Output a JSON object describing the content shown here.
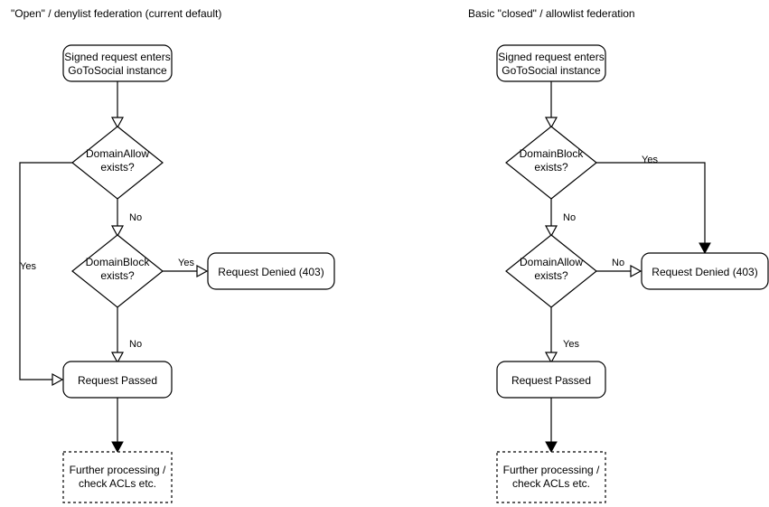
{
  "diagram": {
    "title_left": "\"Open\" / denylist federation (current default)",
    "title_right": "Basic \"closed\" / allowlist federation",
    "columns": [
      {
        "key": "open",
        "title": "\"Open\" / denylist federation (current default)",
        "nodes": {
          "entry_line1": "Signed request enters",
          "entry_line2": "GoToSocial instance",
          "decision1_line1": "DomainAllow",
          "decision1_line2": "exists?",
          "decision2_line1": "DomainBlock",
          "decision2_line2": "exists?",
          "denied": "Request Denied (403)",
          "passed": "Request Passed",
          "further_line1": "Further processing /",
          "further_line2": "check ACLs etc."
        },
        "edge_labels": {
          "allow_yes": "Yes",
          "allow_no": "No",
          "block_yes": "Yes",
          "block_no": "No"
        }
      },
      {
        "key": "closed",
        "title": "Basic \"closed\" / allowlist federation",
        "nodes": {
          "entry_line1": "Signed request enters",
          "entry_line2": "GoToSocial instance",
          "decision1_line1": "DomainBlock",
          "decision1_line2": "exists?",
          "decision2_line1": "DomainAllow",
          "decision2_line2": "exists?",
          "denied": "Request Denied (403)",
          "passed": "Request Passed",
          "further_line1": "Further processing /",
          "further_line2": "check ACLs etc."
        },
        "edge_labels": {
          "block_yes": "Yes",
          "block_no": "No",
          "allow_no": "No",
          "allow_yes": "Yes"
        }
      }
    ],
    "colors": {
      "background": "#ffffff",
      "stroke": "#000000",
      "text": "#000000"
    }
  }
}
